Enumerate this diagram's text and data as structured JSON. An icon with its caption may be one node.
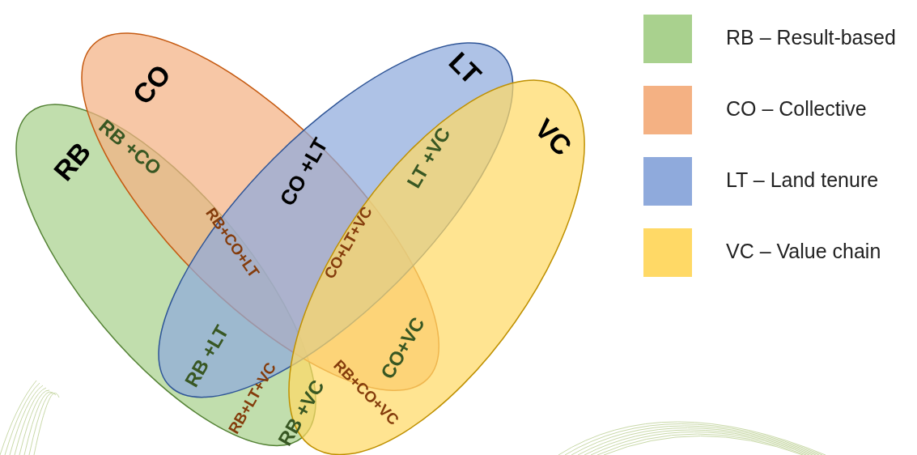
{
  "diagram": {
    "nodes": [
      {
        "text": [
          "RB"
        ]
      },
      {
        "text": [
          "CO"
        ]
      },
      {
        "text": [
          "LT"
        ]
      },
      {
        "text": [
          "VC"
        ]
      }
    ],
    "edges": [],
    "labels": [
      "RB +CO",
      "CO +LT",
      "LT +VC",
      "RB+CO+LT",
      "CO+LT+VC",
      "RB +LT",
      "CO+VC",
      "RB+LT+VC",
      "RB +VC",
      "RB+CO+VC"
    ],
    "legend": [
      {
        "text": "RB – Result-based",
        "color": "#a9d18e"
      },
      {
        "text": "CO – Collective",
        "color": "#f4b183"
      },
      {
        "text": "LT – Land tenure",
        "color": "#8faadc"
      },
      {
        "text": "VC – Value chain",
        "color": "#ffd966"
      }
    ]
  }
}
